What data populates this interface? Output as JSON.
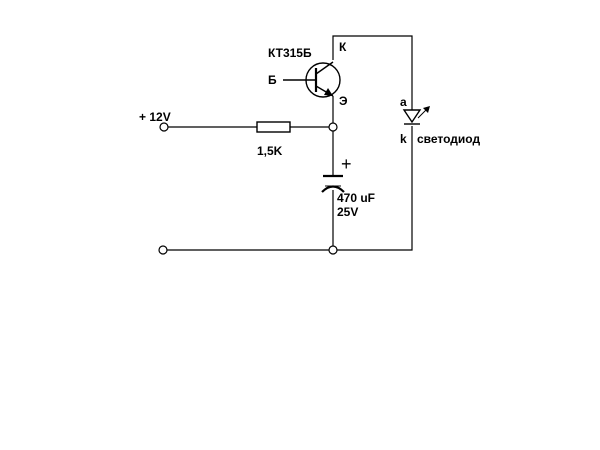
{
  "circuit": {
    "transistor": {
      "model": "КТ315Б",
      "base_pin": "Б",
      "collector_pin": "К",
      "emitter_pin": "Э"
    },
    "supply": {
      "label": "+ 12V"
    },
    "resistor": {
      "value": "1,5K"
    },
    "capacitor": {
      "polarity_mark": "+",
      "capacitance": "470 uF",
      "voltage": "25V"
    },
    "led": {
      "anode_pin": "a",
      "cathode_pin": "k",
      "name": "светодиод"
    }
  },
  "colors": {
    "ink": "#000000",
    "background": "#ffffff"
  }
}
